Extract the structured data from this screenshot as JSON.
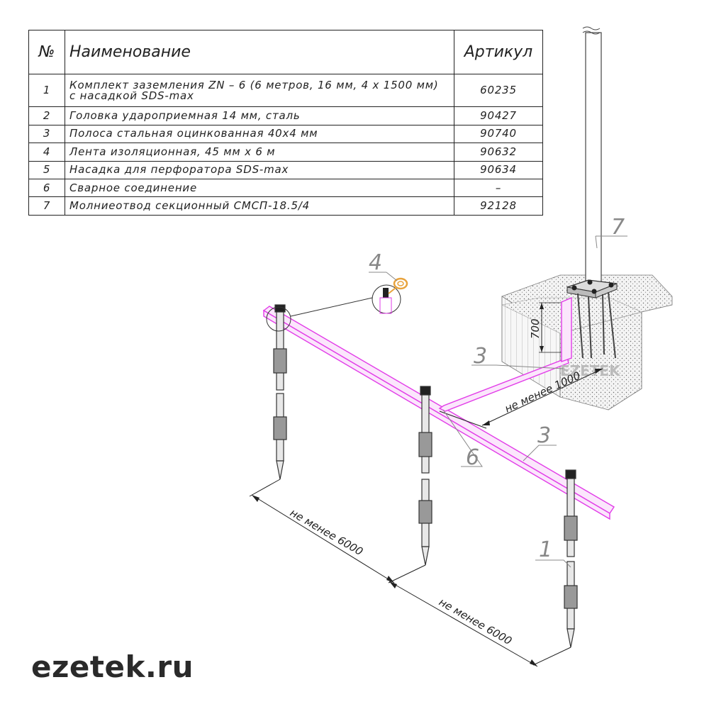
{
  "table": {
    "headers": {
      "num": "№",
      "name": "Наименование",
      "article": "Артикул"
    },
    "rows": [
      {
        "num": "1",
        "name_line1": "Комплект заземления ZN – 6 (6 метров, 16 мм, 4 х 1500 мм)",
        "name_line2": "с насадкой SDS-max",
        "article": "60235"
      },
      {
        "num": "2",
        "name": "Головка ударопри­емная 14 мм, сталь",
        "article": "90427"
      },
      {
        "num": "3",
        "name": "Полоса стальная оцинкованная 40х4 мм",
        "article": "90740"
      },
      {
        "num": "4",
        "name": "Лента изоляционная, 45 мм х 6 м",
        "article": "90632"
      },
      {
        "num": "5",
        "name": "Насадка для перфоратора SDS-max",
        "article": "90634"
      },
      {
        "num": "6",
        "name": "Сварное соединение",
        "article": "–"
      },
      {
        "num": "7",
        "name": "Молниеотвод секционный СМСП-18.5/4",
        "article": "92128"
      }
    ]
  },
  "callouts": {
    "c1": "1",
    "c3a": "3",
    "c3b": "3",
    "c4": "4",
    "c6": "6",
    "c7": "7"
  },
  "dimensions": {
    "d6000_left": "не менее 6000",
    "d6000_right": "не менее 6000",
    "d1000": "не менее 1000",
    "d700": "700"
  },
  "watermark": "EZETEK",
  "brand": "ezetek.ru",
  "colors": {
    "strip": "#e23ce8",
    "line": "#222222",
    "callout": "#888888",
    "tape": "#e8a33c"
  }
}
